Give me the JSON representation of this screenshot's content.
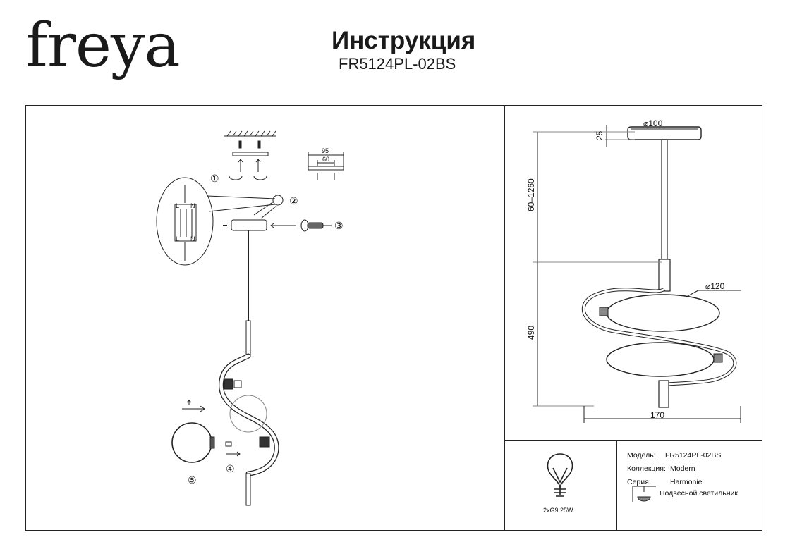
{
  "header": {
    "logo": "freya",
    "title": "Инструкция",
    "model_code": "FR5124PL-02BS"
  },
  "assembly": {
    "steps": [
      "①",
      "②",
      "③",
      "④",
      "⑤"
    ],
    "bracket_dims": {
      "outer": "95",
      "inner": "60"
    },
    "terminal": {
      "top_l": "L",
      "top_n": "N",
      "bottom_l": "L",
      "bottom_n": "N"
    }
  },
  "dimensions": {
    "canopy_diameter": "⌀100",
    "canopy_height": "25",
    "cable_length": "60–1260",
    "shade_diameter": "⌀120",
    "body_height": "490",
    "width": "170"
  },
  "bulb": {
    "spec": "2xG9 25W"
  },
  "info": {
    "model_label": "Модель:",
    "model_value": "FR5124PL-02BS",
    "collection_label": "Коллекция:",
    "collection_value": "Modern",
    "series_label": "Серия:",
    "series_value": "Harmonie",
    "type_value": "Подвесной светильник"
  }
}
